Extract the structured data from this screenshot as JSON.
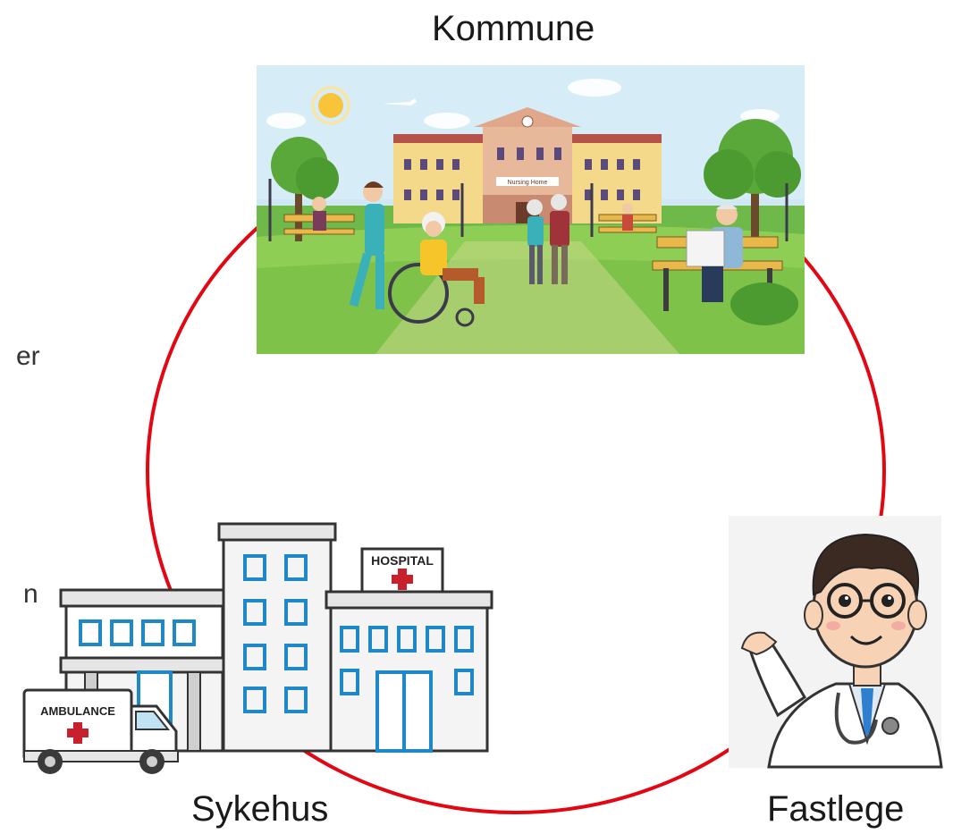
{
  "labels": {
    "top": "Kommune",
    "bottom_left": "Sykehus",
    "bottom_right": "Fastlege"
  },
  "left_text_fragments": [
    "er",
    "n"
  ],
  "illustrations": {
    "nursing_home": {
      "building_sign": "Nursing Home",
      "icon": "nursing-home-park-illustration"
    },
    "hospital": {
      "sign": "HOSPITAL",
      "ambulance_text": "AMBULANCE",
      "icon": "hospital-building-illustration"
    },
    "doctor": {
      "icon": "doctor-illustration"
    }
  },
  "colors": {
    "circle": "#e30613",
    "cross": "#c8202c",
    "window_blue": "#1e88c8"
  }
}
